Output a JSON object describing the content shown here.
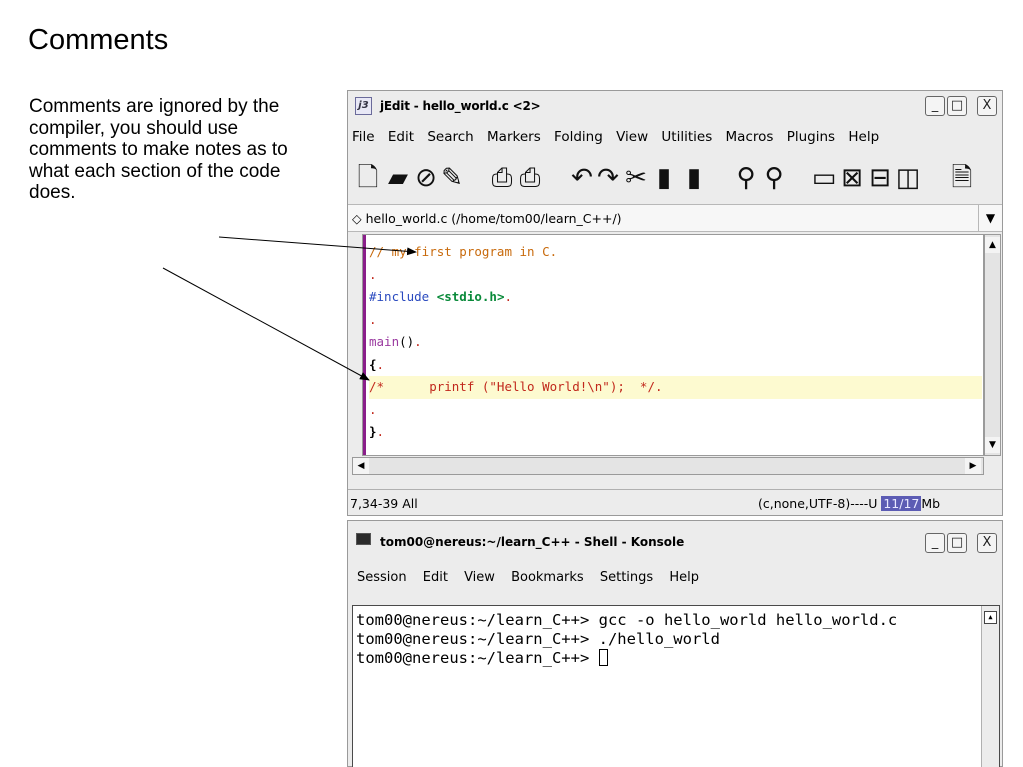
{
  "slide": {
    "title": "Comments",
    "description": "Comments are ignored by the compiler, you should use comments to make notes as to what each section of the code does."
  },
  "jedit": {
    "title": "jEdit - hello_world.c <2>",
    "menu": [
      "File",
      "Edit",
      "Search",
      "Markers",
      "Folding",
      "View",
      "Utilities",
      "Macros",
      "Plugins",
      "Help"
    ],
    "buffer_label": "hello_world.c (/home/tom00/learn_C++/)",
    "code": {
      "line1": "// my first program in C.",
      "line2": ".",
      "line3_a": "#include ",
      "line3_b": "<stdio.h>",
      "line3_c": ".",
      "line4": ".",
      "line5_a": "main",
      "line5_b": "()",
      "line5_c": ".",
      "line6_a": "{",
      "line6_b": ".",
      "line7": "/*      printf (\"Hello World!\\n\");  */.",
      "line8": ".",
      "line9_a": "}",
      "line9_b": "."
    },
    "status_left": "7,34-39 All",
    "status_right": "(c,none,UTF-8)----U ",
    "memory": "11/17",
    "memory_unit": "Mb"
  },
  "konsole": {
    "title": "tom00@nereus:~/learn_C++ - Shell - Konsole",
    "menu": [
      "Session",
      "Edit",
      "View",
      "Bookmarks",
      "Settings",
      "Help"
    ],
    "lines": [
      "tom00@nereus:~/learn_C++> gcc -o hello_world hello_world.c",
      "tom00@nereus:~/learn_C++> ./hello_world",
      "tom00@nereus:~/learn_C++> "
    ]
  },
  "icons": {
    "app": "jedit-icon",
    "konsole": "terminal-icon"
  },
  "colors": {
    "comment": "#c86a0c",
    "gutter": "#8a1e8a",
    "highlight_line": "#fdfad0",
    "memory_bar": "#5c5cb4"
  }
}
